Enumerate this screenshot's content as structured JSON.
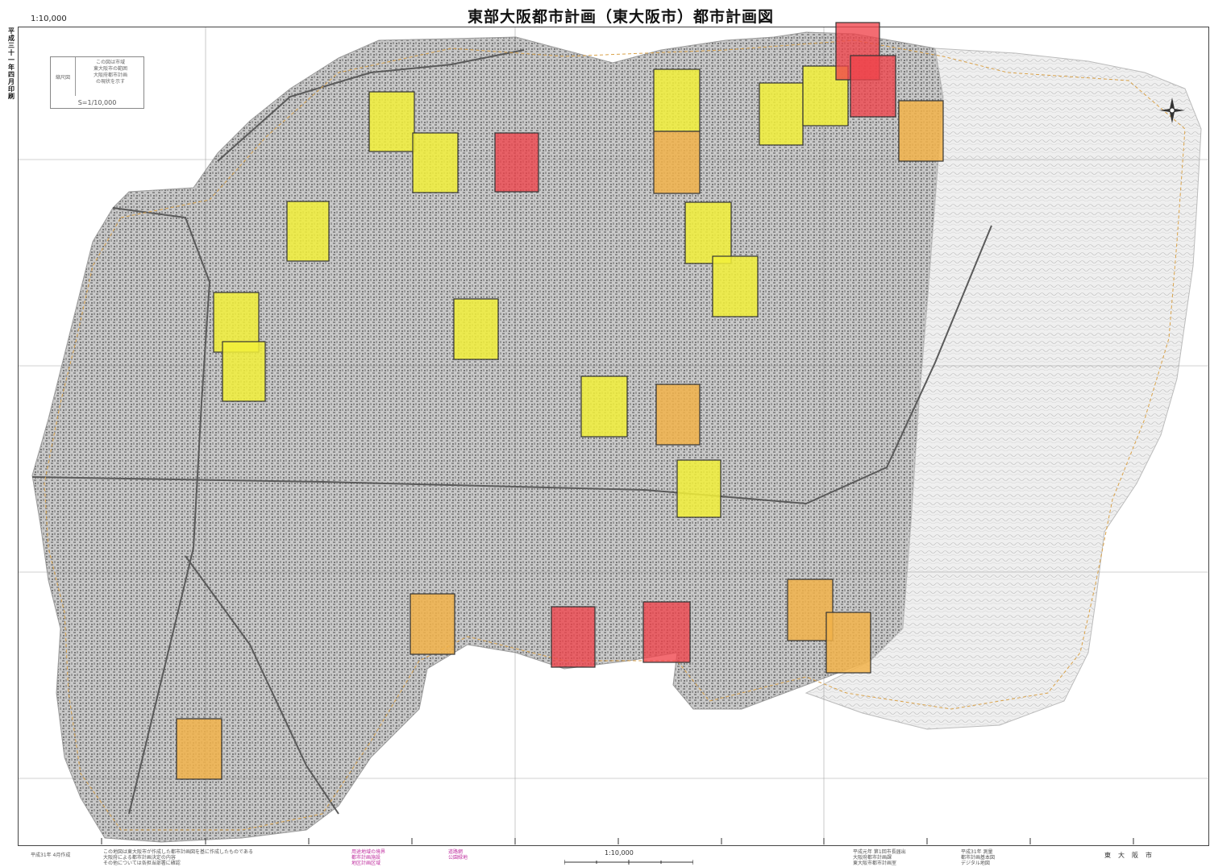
{
  "header": {
    "title": "東部大阪都市計画（東大阪市）都市計画図",
    "scale_top_left": "1:10,000",
    "side_date": "平成三十一年四月印刷"
  },
  "legend": {
    "left_label": "縮尺図",
    "lines": [
      "この図は市域",
      "東大阪市の範囲",
      "大阪府都市計画",
      "の現状を示す"
    ],
    "scale": "S=1/10,000"
  },
  "footer": {
    "created": "平成31年 4月作成",
    "notes": [
      "この地図は東大阪市が作成した都市計画図を基に作成したものである",
      "大阪府による都市計画決定の内容",
      "その他については各担当部署に確認"
    ],
    "pink_notes_1": [
      "用途地域の境界",
      "都市計画施設",
      "地区計画区域"
    ],
    "pink_notes_2": [
      "道路網",
      "公園緑地"
    ],
    "scale": "1:10,000",
    "approval": [
      "平成元年 第1回市長届出",
      "大阪府都市計画課",
      "東大阪市都市計画室"
    ],
    "survey": [
      "平成31年 測量",
      "都市計画基本図",
      "デジタル地図"
    ],
    "city": "東大阪市"
  },
  "overlay_colors": {
    "yellow": "#f2f03a",
    "orange": "#f2b34a",
    "red": "#f0424a"
  },
  "tiles": [
    {
      "color": "yellow"
    },
    {
      "color": "yellow"
    },
    {
      "color": "red"
    },
    {
      "color": "yellow"
    },
    {
      "color": "orange"
    },
    {
      "color": "yellow"
    },
    {
      "color": "yellow"
    },
    {
      "color": "red"
    },
    {
      "color": "red"
    },
    {
      "color": "orange"
    },
    {
      "color": "yellow"
    },
    {
      "color": "yellow"
    },
    {
      "color": "yellow"
    },
    {
      "color": "yellow"
    },
    {
      "color": "yellow"
    },
    {
      "color": "yellow"
    },
    {
      "color": "orange"
    },
    {
      "color": "yellow"
    },
    {
      "color": "yellow"
    },
    {
      "color": "orange"
    },
    {
      "color": "red"
    },
    {
      "color": "red"
    },
    {
      "color": "orange"
    },
    {
      "color": "orange"
    },
    {
      "color": "orange"
    }
  ]
}
